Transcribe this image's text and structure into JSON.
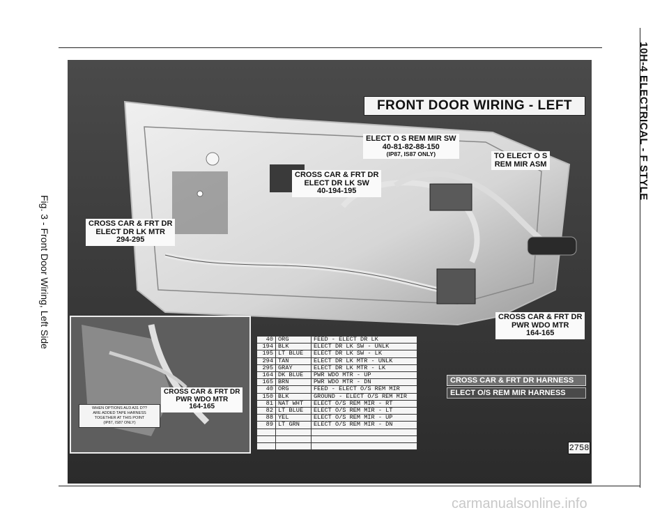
{
  "page": {
    "side_title": "10H-4 ELECTRICAL - F STYLE",
    "side_caption": "Fig. 3 - Front Door Wiring, Left Side",
    "watermark": "carmanualsonline.info"
  },
  "diagram": {
    "title": "FRONT DOOR WIRING - LEFT",
    "figure_number": "2758",
    "callouts": {
      "mirror_switch": [
        "ELECT O S REM MIR SW",
        "40-81-82-88-150",
        "(IP87, IS87 ONLY)"
      ],
      "to_mirror": [
        "TO ELECT O S",
        "REM MIR ASM"
      ],
      "lock_switch": [
        "CROSS CAR & FRT DR",
        "ELECT DR LK SW",
        "40-194-195"
      ],
      "lock_motor": [
        "CROSS CAR & FRT DR",
        "ELECT DR LK MTR",
        "294-295"
      ],
      "window_motor": [
        "CROSS CAR & FRT DR",
        "PWR WDO MTR",
        "164-165"
      ],
      "inset_window_motor": [
        "CROSS CAR & FRT DR",
        "PWR WDO MTR",
        "164-165"
      ]
    },
    "note": [
      "WHEN OPTIONS AU3 A31 D??",
      "ARE ADDED TAPE HARNESS",
      "TOGETHER AT THIS POINT",
      "(IP87, IS87 ONLY)"
    ],
    "legend": [
      "CROSS CAR & FRT DR HARNESS",
      "ELECT O/S REM MIR HARNESS"
    ],
    "wire_table": [
      [
        "40",
        "ORG",
        "FEED - ELECT DR LK"
      ],
      [
        "194",
        "BLK",
        "ELECT DR LK SW - UNLK"
      ],
      [
        "195",
        "LT BLUE",
        "ELECT DR LK SW - LK"
      ],
      [
        "294",
        "TAN",
        "ELECT DR LK MTR - UNLK"
      ],
      [
        "295",
        "GRAY",
        "ELECT DR LK MTR - LK"
      ],
      [
        "164",
        "DK BLUE",
        "PWR WDO MTR - UP"
      ],
      [
        "165",
        "BRN",
        "PWR WDO MTR - DN"
      ],
      [
        "40",
        "ORG",
        "FEED - ELECT O/S REM MIR"
      ],
      [
        "150",
        "BLK",
        "GROUND - ELECT O/S REM MIR"
      ],
      [
        "81",
        "NAT WHT",
        "ELECT O/S REM MIR - RT"
      ],
      [
        "82",
        "LT BLUE",
        "ELECT O/S REM MIR - LT"
      ],
      [
        "88",
        "YEL",
        "ELECT O/S REM MIR - UP"
      ],
      [
        "89",
        "LT GRN",
        "ELECT O/S REM MIR - DN"
      ],
      [
        "",
        "",
        ""
      ],
      [
        "",
        "",
        ""
      ],
      [
        "",
        "",
        ""
      ]
    ]
  }
}
